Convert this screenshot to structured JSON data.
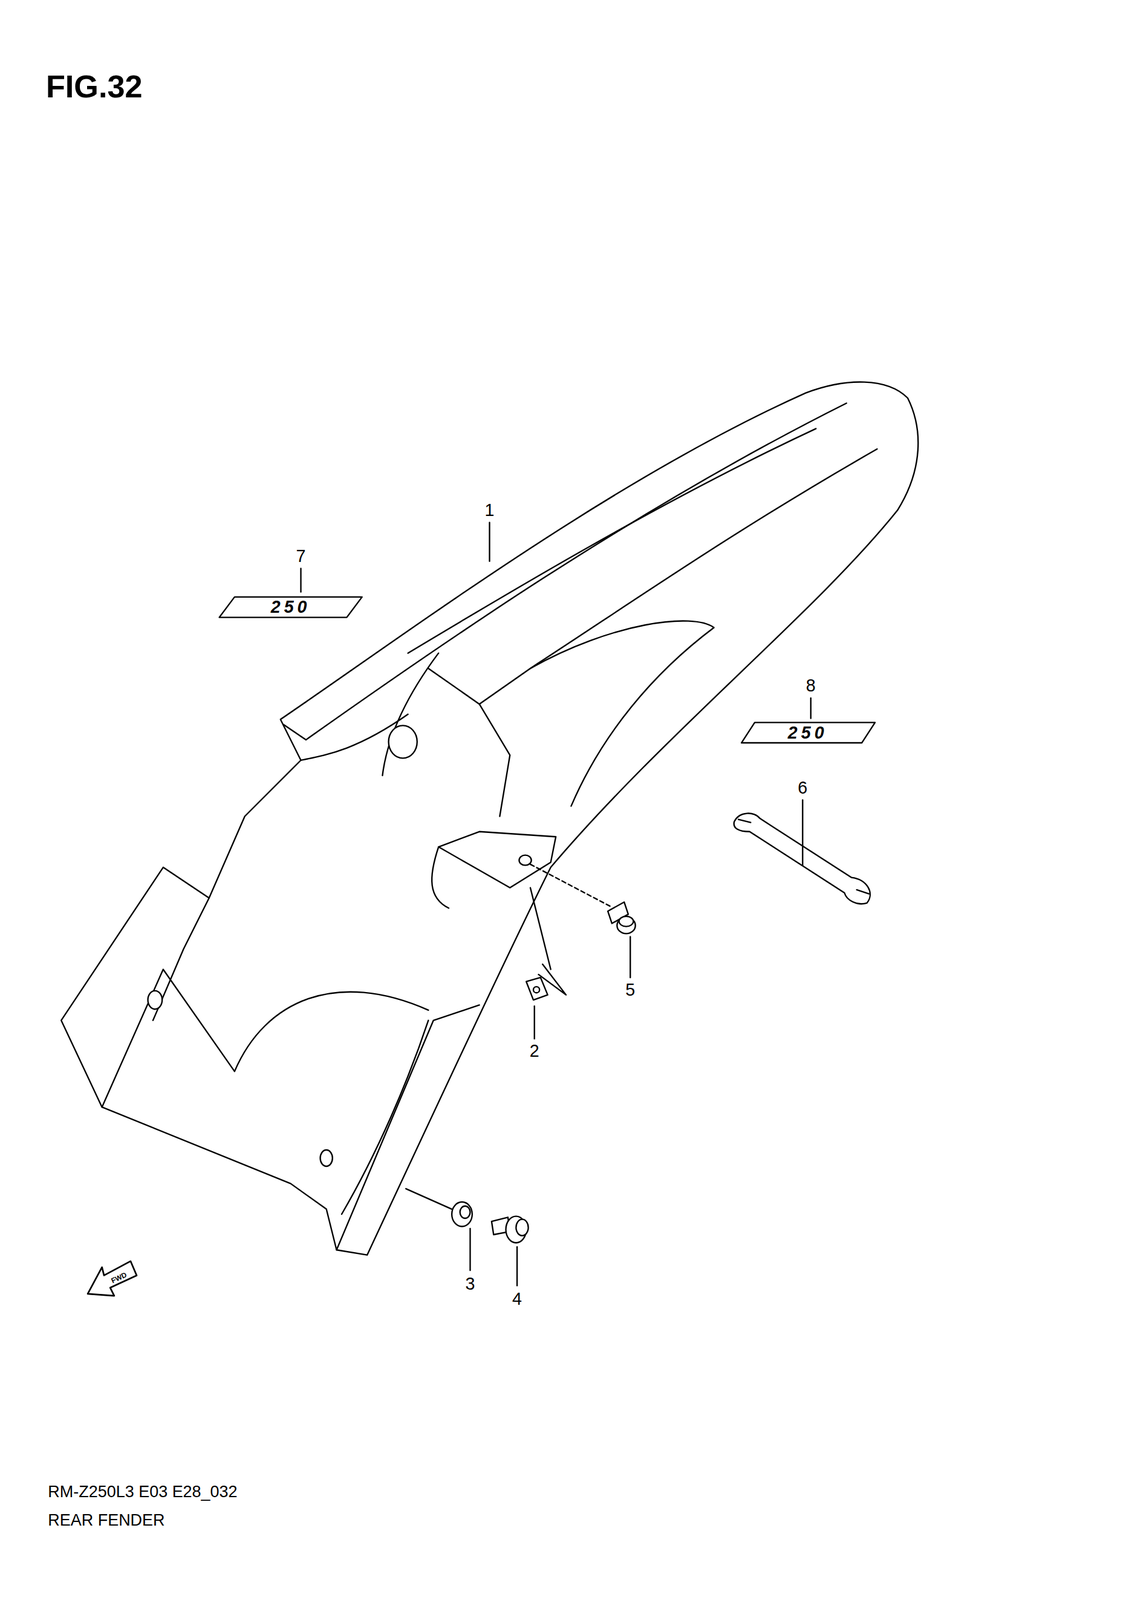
{
  "diagram": {
    "title": "FIG.32",
    "labels": [
      "1",
      "7",
      "8",
      "6",
      "5",
      "2",
      "3",
      "4",
      "250",
      "250",
      "FWD",
      "RM-Z250L3 E03 E28_032",
      "REAR FENDER"
    ]
  }
}
